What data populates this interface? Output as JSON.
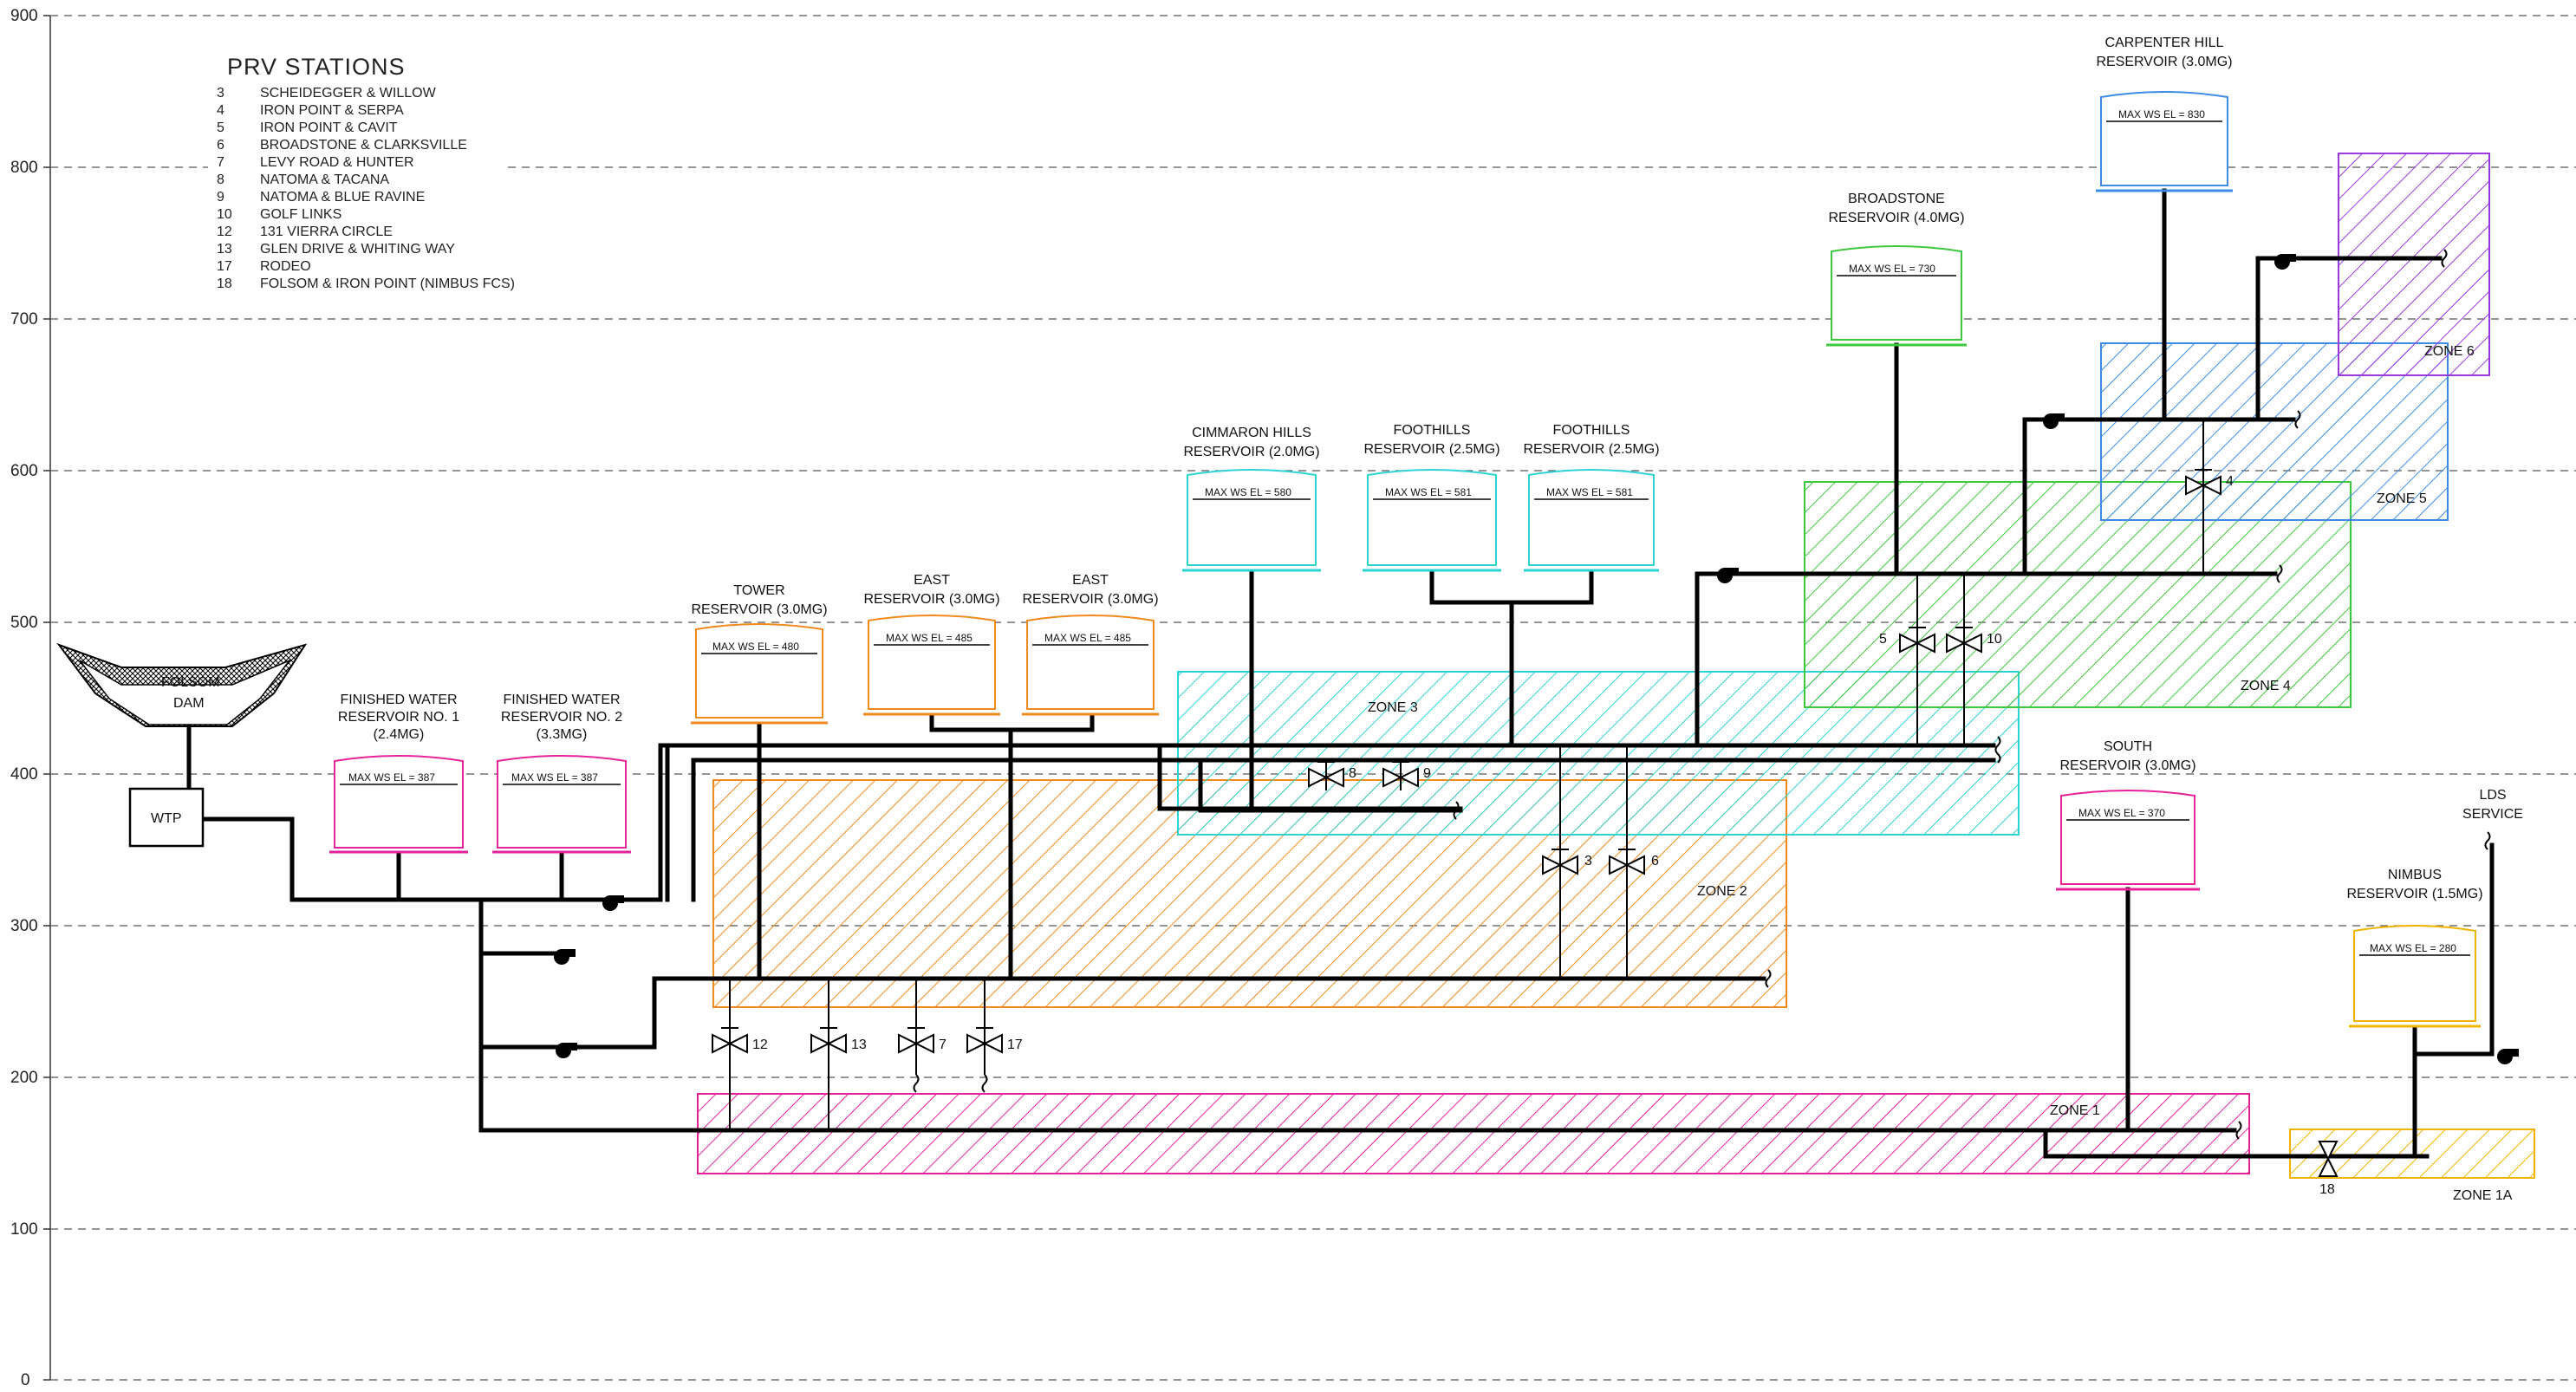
{
  "axis": {
    "ticks": [
      "900",
      "800",
      "700",
      "600",
      "500",
      "400",
      "300",
      "200",
      "100",
      "0"
    ]
  },
  "legend": {
    "title": "PRV STATIONS",
    "items": [
      {
        "num": "3",
        "name": "SCHEIDEGGER & WILLOW"
      },
      {
        "num": "4",
        "name": "IRON POINT & SERPA"
      },
      {
        "num": "5",
        "name": "IRON POINT & CAVIT"
      },
      {
        "num": "6",
        "name": "BROADSTONE & CLARKSVILLE"
      },
      {
        "num": "7",
        "name": "LEVY ROAD & HUNTER"
      },
      {
        "num": "8",
        "name": "NATOMA & TACANA"
      },
      {
        "num": "9",
        "name": "NATOMA & BLUE RAVINE"
      },
      {
        "num": "10",
        "name": "GOLF LINKS"
      },
      {
        "num": "12",
        "name": "131 VIERRA CIRCLE"
      },
      {
        "num": "13",
        "name": "GLEN DRIVE & WHITING WAY"
      },
      {
        "num": "17",
        "name": "RODEO"
      },
      {
        "num": "18",
        "name": "FOLSOM & IRON POINT (NIMBUS FCS)"
      }
    ]
  },
  "dam": {
    "line1": "FOLSOM",
    "line2": "DAM"
  },
  "wtp": {
    "label": "WTP"
  },
  "zones": [
    {
      "label": "ZONE 1",
      "color": "#e6219a"
    },
    {
      "label": "ZONE 1A",
      "color": "#f0b400"
    },
    {
      "label": "ZONE 2",
      "color": "#f08a1e"
    },
    {
      "label": "ZONE 3",
      "color": "#2ed3d3"
    },
    {
      "label": "ZONE 4",
      "color": "#3cc83c"
    },
    {
      "label": "ZONE 5",
      "color": "#3c8ce6"
    },
    {
      "label": "ZONE 6",
      "color": "#9b38e0"
    }
  ],
  "reservoirs": [
    {
      "name": [
        "FINISHED WATER",
        "RESERVOIR NO. 1",
        "(2.4MG)"
      ],
      "ws": "MAX WS EL = 387",
      "color": "#e6219a"
    },
    {
      "name": [
        "FINISHED WATER",
        "RESERVOIR NO. 2",
        "(3.3MG)"
      ],
      "ws": "MAX WS EL = 387",
      "color": "#e6219a"
    },
    {
      "name": [
        "TOWER",
        "RESERVOIR (3.0MG)"
      ],
      "ws": "MAX WS EL = 480",
      "color": "#f08a1e"
    },
    {
      "name": [
        "EAST",
        "RESERVOIR (3.0MG)"
      ],
      "ws": "MAX WS EL = 485",
      "color": "#f08a1e"
    },
    {
      "name": [
        "EAST",
        "RESERVOIR (3.0MG)"
      ],
      "ws": "MAX WS EL = 485",
      "color": "#f08a1e"
    },
    {
      "name": [
        "CIMMARON HILLS",
        "RESERVOIR (2.0MG)"
      ],
      "ws": "MAX WS EL = 580",
      "color": "#2ed3d3"
    },
    {
      "name": [
        "FOOTHILLS",
        "RESERVOIR (2.5MG)"
      ],
      "ws": "MAX WS EL = 581",
      "color": "#2ed3d3"
    },
    {
      "name": [
        "FOOTHILLS",
        "RESERVOIR (2.5MG)"
      ],
      "ws": "MAX WS EL = 581",
      "color": "#2ed3d3"
    },
    {
      "name": [
        "BROADSTONE",
        "RESERVOIR (4.0MG)"
      ],
      "ws": "MAX WS EL = 730",
      "color": "#3cc83c"
    },
    {
      "name": [
        "CARPENTER HILL",
        "RESERVOIR (3.0MG)"
      ],
      "ws": "MAX WS EL = 830",
      "color": "#3c8ce6"
    },
    {
      "name": [
        "SOUTH",
        "RESERVOIR (3.0MG)"
      ],
      "ws": "MAX WS EL = 370",
      "color": "#e6219a"
    },
    {
      "name": [
        "NIMBUS",
        "RESERVOIR (1.5MG)"
      ],
      "ws": "MAX WS EL = 280",
      "color": "#f0b400"
    }
  ],
  "valves": [
    "12",
    "13",
    "7",
    "17",
    "8",
    "9",
    "3",
    "6",
    "5",
    "10",
    "4",
    "18"
  ],
  "service": {
    "line1": "LDS",
    "line2": "SERVICE"
  }
}
